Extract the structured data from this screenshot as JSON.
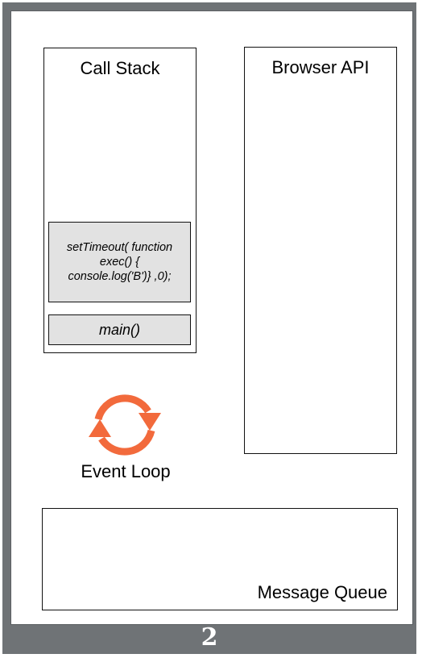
{
  "call_stack": {
    "title": "Call Stack",
    "frames": [
      "setTimeout( function\nexec() {\nconsole.log('B')} ,0);",
      "main()"
    ]
  },
  "browser_api": {
    "title": "Browser API"
  },
  "event_loop": {
    "label": "Event Loop",
    "icon": "refresh-cycle-icon",
    "color": "#f26a3c"
  },
  "message_queue": {
    "title": "Message Queue"
  },
  "slide": {
    "number": "2"
  }
}
